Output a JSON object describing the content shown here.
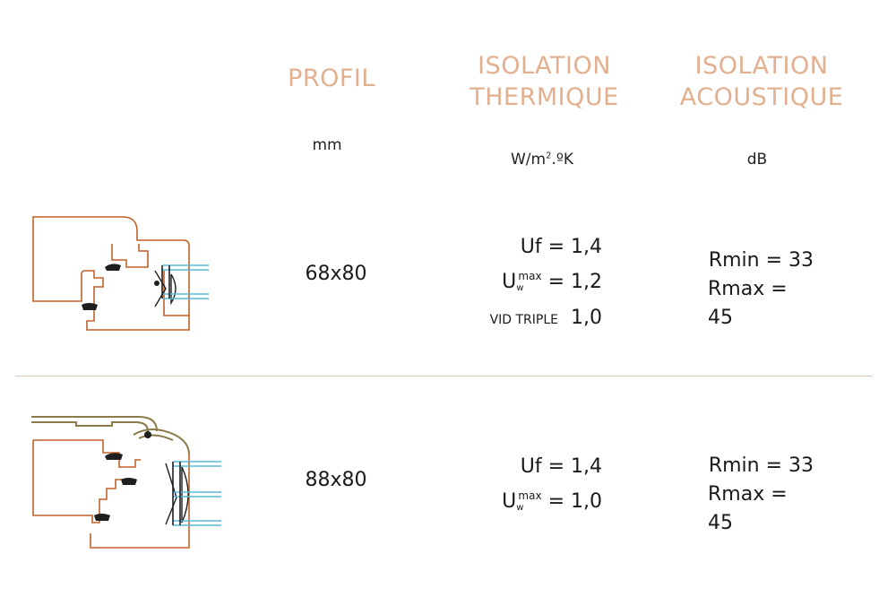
{
  "headers": {
    "profil": "PROFIL",
    "thermique": [
      "ISOLATION",
      "THERMIQUE"
    ],
    "acoustique": [
      "ISOLATION",
      "ACOUSTIQUE"
    ]
  },
  "units": {
    "profil": "mm",
    "thermique_base": "W/m",
    "thermique_sup": "2",
    "thermique_tail": ".ºK",
    "acoustique": "dB"
  },
  "rows": [
    {
      "profil": "68x80",
      "uf": "Uf = 1,4",
      "uw_u": "U",
      "uw_sub": "w",
      "uw_sup": "max",
      "uw_val": "= 1,2",
      "triple_label": "VID TRIPLE",
      "triple_val": "1,0",
      "rmin": "Rmin = 33",
      "rmax": "Rmax = 45"
    },
    {
      "profil": "88x80",
      "uf": "Uf = 1,4",
      "uw_u": "U",
      "uw_sub": "w",
      "uw_sup": "max",
      "uw_val": "= 1,0",
      "rmin": "Rmin = 33",
      "rmax": "Rmax = 45"
    }
  ],
  "colors": {
    "header": "#e2b08f",
    "wood_outline": "#c0622a",
    "aluminium": "#8b7a4a",
    "glass": "#5bb8d6",
    "divider": "#d8c7b6"
  }
}
